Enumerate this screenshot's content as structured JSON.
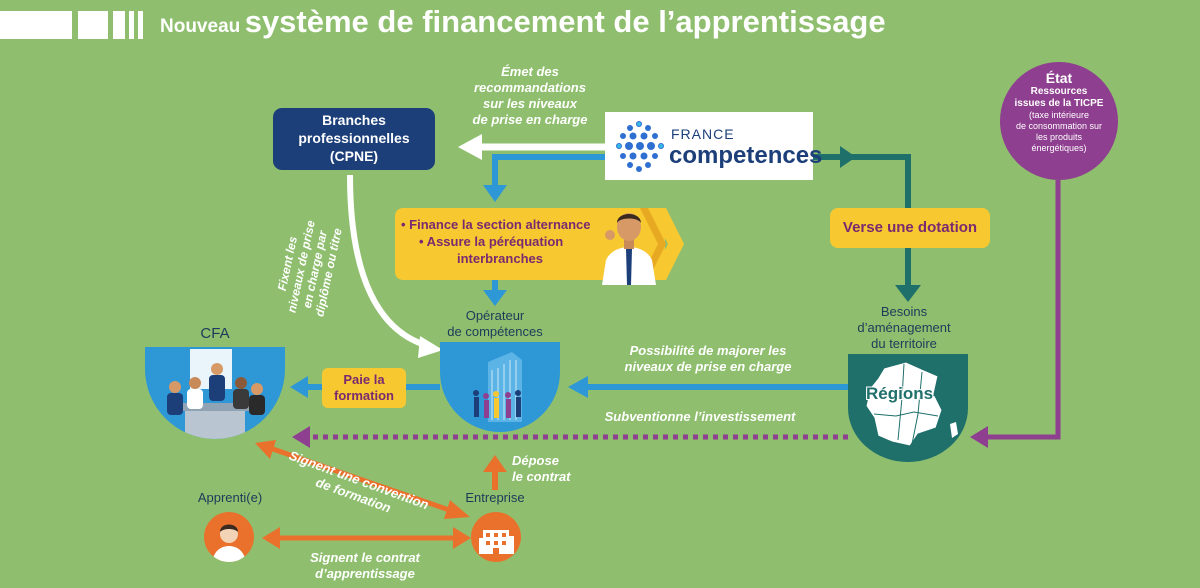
{
  "header": {
    "title_small": "Nouveau",
    "title_big": "système de financement  de l’apprentissage"
  },
  "nodes": {
    "branches": "Branches professionnelles (CPNE)",
    "branches_l1": "Branches",
    "branches_l2": "professionnelles",
    "branches_l3": "(CPNE)",
    "france_comp_l1": "FRANCE",
    "france_comp_l2": "competences",
    "etat_title": "État",
    "etat_sub1": "Ressources",
    "etat_sub2": "issues de la TICPE",
    "etat_desc1": "(taxe intérieure",
    "etat_desc2": "de consommation sur",
    "etat_desc3": "les produits",
    "etat_desc4": "énergétiques)",
    "finance_l1": "• Finance la section alternance",
    "finance_l2": "• Assure la péréquation",
    "finance_l3": "interbranches",
    "verse": "Verse une dotation",
    "operateur_l1": "Opérateur",
    "operateur_l2": "de compétences",
    "besoins_l1": "Besoins",
    "besoins_l2": "d’aménagement",
    "besoins_l3": "du territoire",
    "regions": "Régions",
    "cfa": "CFA",
    "paie_l1": "Paie la",
    "paie_l2": "formation",
    "apprenti": "Apprenti(e)",
    "entreprise": "Entreprise"
  },
  "labels": {
    "emet_l1": "Émet des",
    "emet_l2": "recommandations",
    "emet_l3": "sur les niveaux",
    "emet_l4": "de prise en charge",
    "fixent_l1": "Fixent les",
    "fixent_l2": "niveaux de prise",
    "fixent_l3": "en charge par",
    "fixent_l4": "diplôme ou titre",
    "majorer_l1": "Possibilité de majorer les",
    "majorer_l2": "niveaux de prise en charge",
    "subventionne": "Subventionne l’investissement",
    "depose_l1": "Dépose",
    "depose_l2": "le contrat",
    "convention_l1": "Signent une convention",
    "convention_l2": "de formation",
    "contrat_l1": "Signent le contrat",
    "contrat_l2": "d’apprentissage"
  },
  "colors": {
    "background": "#8fbf6e",
    "navy": "#1c3f7a",
    "teal": "#1f6f6b",
    "blue": "#2e97d6",
    "yellow": "#f7c830",
    "purple": "#8e3f8f",
    "orange": "#e9712c"
  }
}
